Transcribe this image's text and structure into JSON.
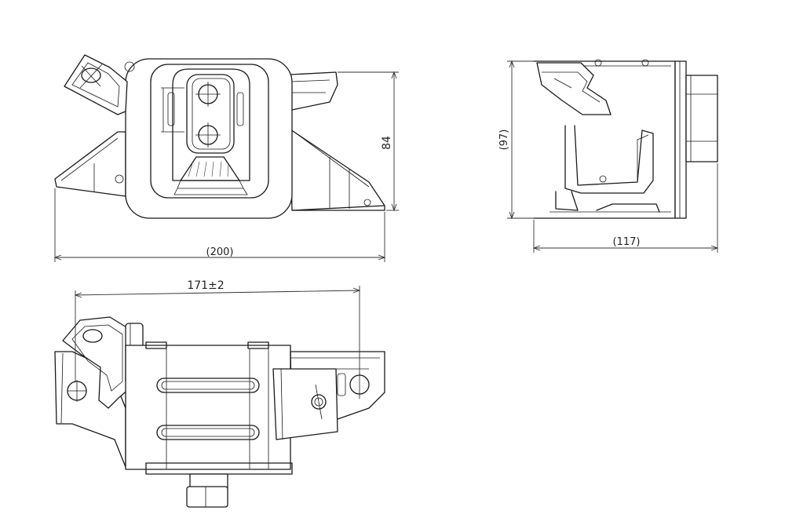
{
  "dimensions": {
    "height_front": "84",
    "width_front": "(200)",
    "height_side": "(97)",
    "width_side": "(117)",
    "hole_spacing": "171±2"
  },
  "colors": {
    "line": "#1a1a1a",
    "background": "#ffffff"
  }
}
